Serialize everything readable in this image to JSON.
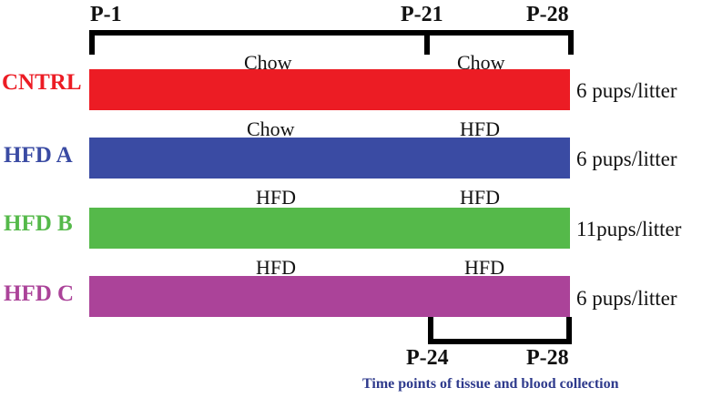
{
  "colors": {
    "cntrl": "#ec1c24",
    "hfd_a": "#3a4ba3",
    "hfd_b": "#55b94a",
    "hfd_c": "#ab4399",
    "caption": "#2e3a8c"
  },
  "top_bracket": {
    "start": "P-1",
    "mid": "P-21",
    "end": "P-28"
  },
  "groups": [
    {
      "label": "CNTRL",
      "diet_1": "Chow",
      "diet_2": "Chow",
      "pups": "6 pups/litter"
    },
    {
      "label": "HFD A",
      "diet_1": "Chow",
      "diet_2": "HFD",
      "pups": "6 pups/litter"
    },
    {
      "label": "HFD B",
      "diet_1": "HFD",
      "diet_2": "HFD",
      "pups": "11pups/litter"
    },
    {
      "label": "HFD C",
      "diet_1": "HFD",
      "diet_2": "HFD",
      "pups": "6 pups/litter"
    }
  ],
  "bottom_bracket": {
    "start": "P-24",
    "end": "P-28"
  },
  "caption": "Time points of tissue and blood collection"
}
